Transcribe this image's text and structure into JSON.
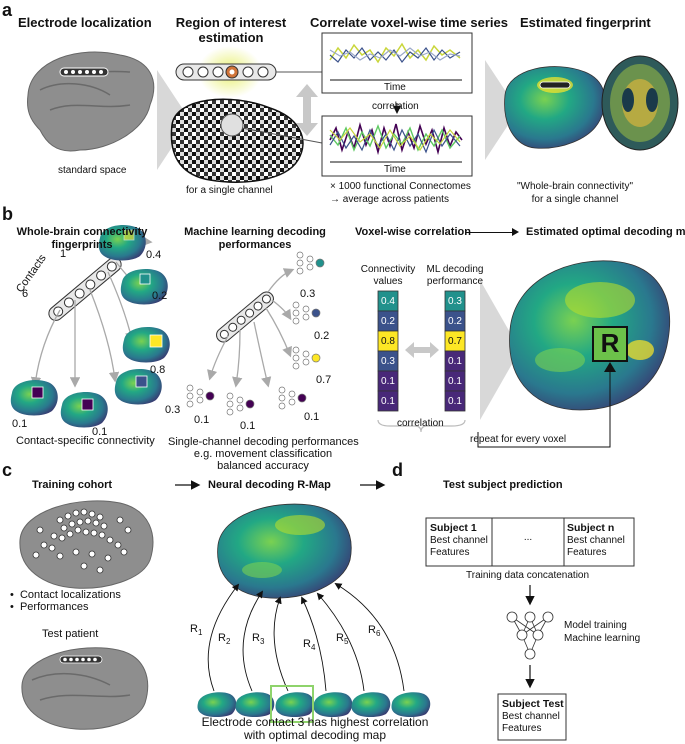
{
  "panel_a": {
    "letter": "a",
    "headers": [
      "Electrode localization",
      "Region of interest estimation",
      "Correlate voxel-wise time series",
      "Estimated fingerprint"
    ],
    "standard_space": "standard space",
    "single_channel": "for a single channel",
    "time_label": "Time",
    "correlation": "correlation",
    "connectomes_line1": "× 1000 functional Connectomes",
    "connectomes_line2": "→ average across patients",
    "fingerprint_caption_1": "\"Whole-brain connectivity\"",
    "fingerprint_caption_2": "for a single channel"
  },
  "panel_b": {
    "letter": "b",
    "header_1": "Whole-brain connectivity fingerprints",
    "header_2": "Machine learning decoding performances",
    "header_3": "Voxel-wise correlation",
    "header_4": "Estimated optimal decoding map",
    "contacts_label": "Contacts",
    "contact_first": "1",
    "contact_last": "6",
    "dots": ". . .",
    "fingerprint_values": [
      "0.4",
      "0.2",
      "0.8",
      "0.3",
      "0.1",
      "0.1"
    ],
    "decoding_values": [
      "0.3",
      "0.2",
      "0.7",
      "0.1",
      "0.1",
      "0.1"
    ],
    "contact_specific": "Contact-specific connectivity",
    "decoding_caption_1": "Single-channel decoding performances",
    "decoding_caption_2": "e.g. movement classification",
    "decoding_caption_3": "balanced accuracy",
    "col1_label_1": "Connectivity",
    "col1_label_2": "values",
    "col2_label_1": "ML decoding",
    "col2_label_2": "performance",
    "connectivity_column": [
      "0.4",
      "0.2",
      "0.8",
      "0.3",
      "0.1",
      "0.1"
    ],
    "decoding_column": [
      "0.3",
      "0.2",
      "0.7",
      "0.1",
      "0.1",
      "0.1"
    ],
    "correlation": "correlation",
    "repeat": "repeat for every voxel",
    "r_letter": "R"
  },
  "panel_c": {
    "letter": "c",
    "header_1": "Training cohort",
    "header_2": "Neural decoding R-Map",
    "bullet_1": "Contact localizations",
    "bullet_2": "Performances",
    "test_patient": "Test patient",
    "r_labels": [
      "R1",
      "R2",
      "R3",
      "R4",
      "R5",
      "R6"
    ],
    "caption_1": "Electrode contact 3 has highest correlation",
    "caption_2": "with optimal decoding map"
  },
  "panel_d": {
    "letter": "d",
    "header": "Test subject prediction",
    "subject1_title": "Subject 1",
    "subject1_line1": "Best channel",
    "subject1_line2": "Features",
    "ellipsis": "...",
    "subjectn_title": "Subject n",
    "subjectn_line1": "Best channel",
    "subjectn_line2": "Features",
    "concat": "Training data concatenation",
    "model_1": "Model training",
    "model_2": "Machine learning",
    "test_title": "Subject Test",
    "test_line1": "Best channel",
    "test_line2": "Features"
  },
  "colors": {
    "viridis_dark": "#440154",
    "viridis_blue": "#3b528b",
    "viridis_teal": "#21918c",
    "viridis_green": "#5ec962",
    "viridis_yellow": "#fde725",
    "highlight_green": "#8ed36b",
    "arrow_gray": "#c8c8c8"
  }
}
